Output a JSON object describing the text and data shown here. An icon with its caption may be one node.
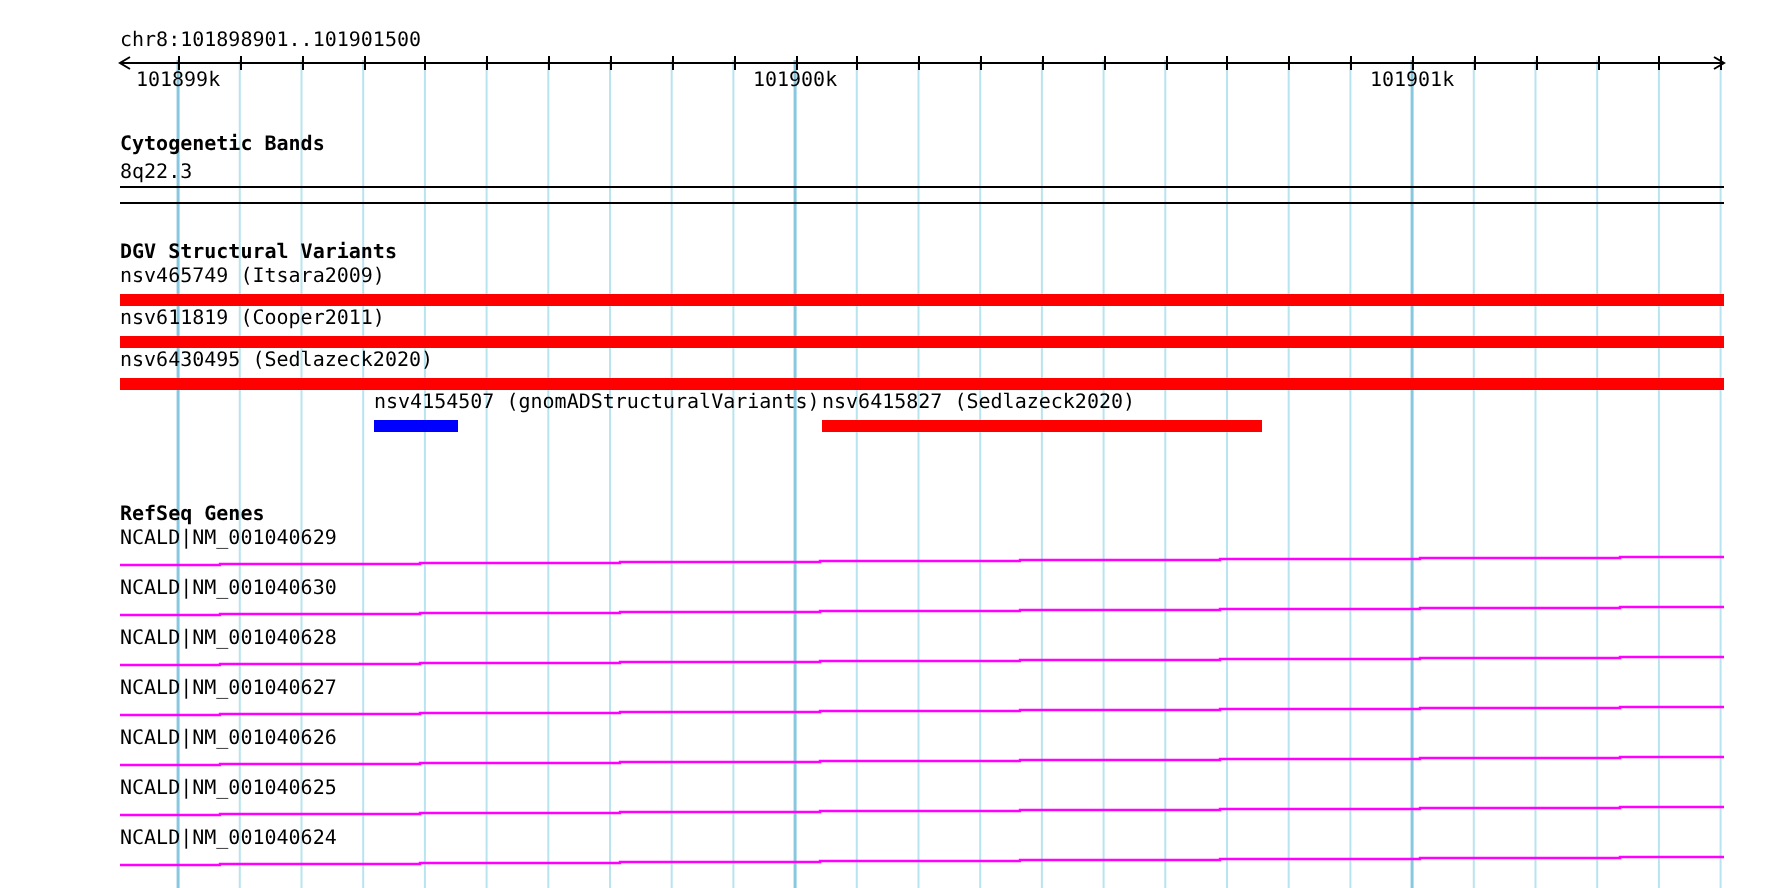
{
  "diagram": {
    "nodes": [
      {
        "text": [
          "8q22.3"
        ]
      },
      {
        "text": [
          "nsv465749 (Itsara2009)"
        ]
      },
      {
        "text": [
          "nsv611819 (Cooper2011)"
        ]
      },
      {
        "text": [
          "nsv6430495 (Sedlazeck2020)"
        ]
      },
      {
        "text": [
          "nsv4154507 (gnomADStructuralVariants)"
        ]
      },
      {
        "text": [
          "nsv6415827 (Sedlazeck2020)"
        ]
      },
      {
        "text": [
          "NCALD|NM_001040629"
        ]
      },
      {
        "text": [
          "NCALD|NM_001040630"
        ]
      },
      {
        "text": [
          "NCALD|NM_001040628"
        ]
      },
      {
        "text": [
          "NCALD|NM_001040627"
        ]
      },
      {
        "text": [
          "NCALD|NM_001040626"
        ]
      },
      {
        "text": [
          "NCALD|NM_001040625"
        ]
      },
      {
        "text": [
          "NCALD|NM_001040624"
        ]
      }
    ],
    "edges": [],
    "labels": [
      "chr8:101898901..101901500",
      "101899k",
      "101900k",
      "101901k",
      "Cytogenetic Bands",
      "DGV Structural Variants",
      "RefSeq Genes"
    ]
  }
}
